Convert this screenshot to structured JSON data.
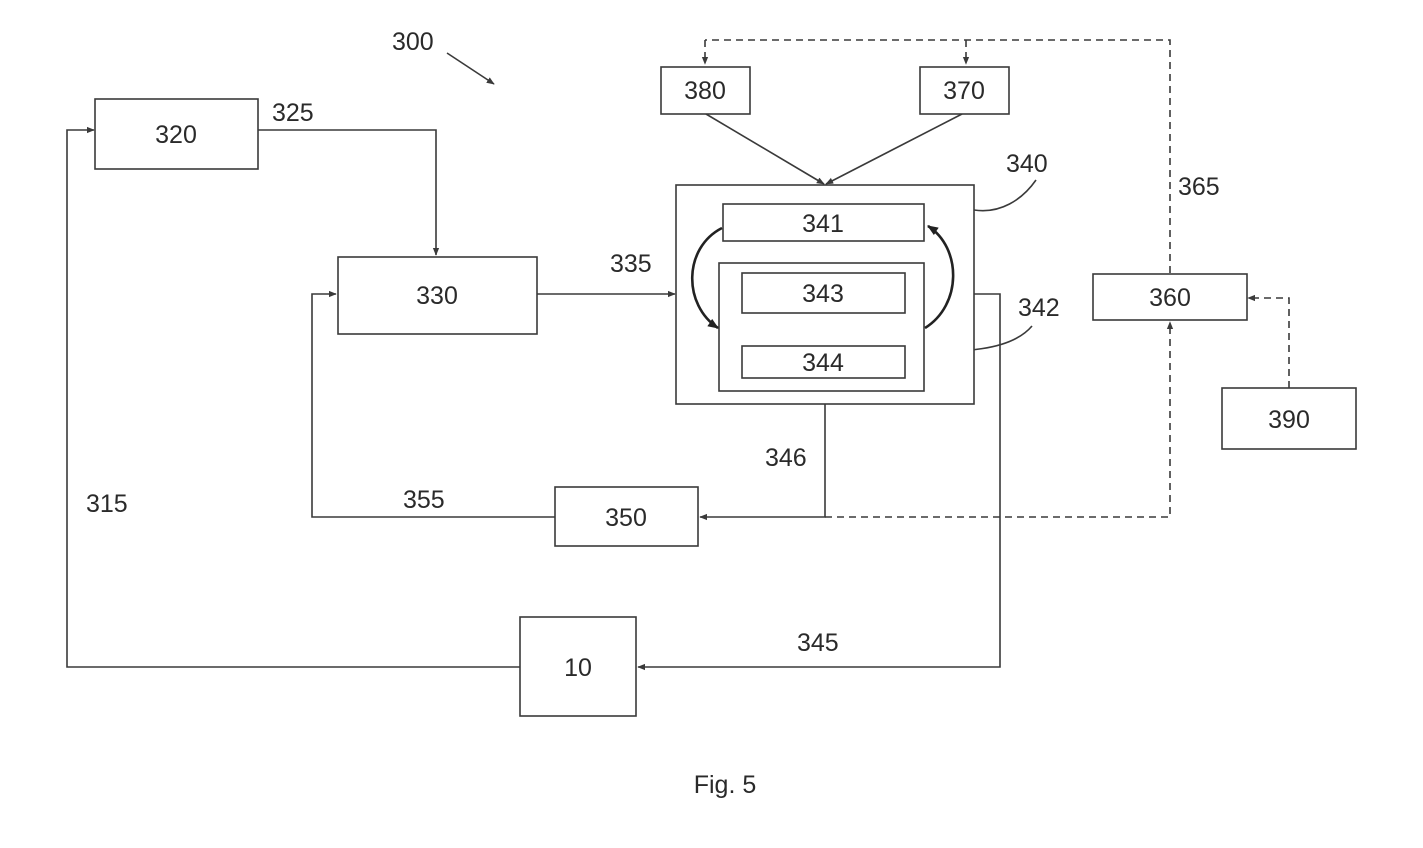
{
  "figure": {
    "caption": "Fig. 5",
    "system_label": "300"
  },
  "blocks": {
    "b320": "320",
    "b330": "330",
    "b340": "340",
    "b341": "341",
    "b342": "342",
    "b343": "343",
    "b344": "344",
    "b350": "350",
    "b360": "360",
    "b370": "370",
    "b380": "380",
    "b390": "390",
    "b10": "10"
  },
  "flows": {
    "f315": "315",
    "f325": "325",
    "f335": "335",
    "f345": "345",
    "f346": "346",
    "f355": "355",
    "f365": "365"
  },
  "colors": {
    "stroke": "#3a3a3a",
    "text": "#2a2a2a",
    "background": "#ffffff"
  }
}
